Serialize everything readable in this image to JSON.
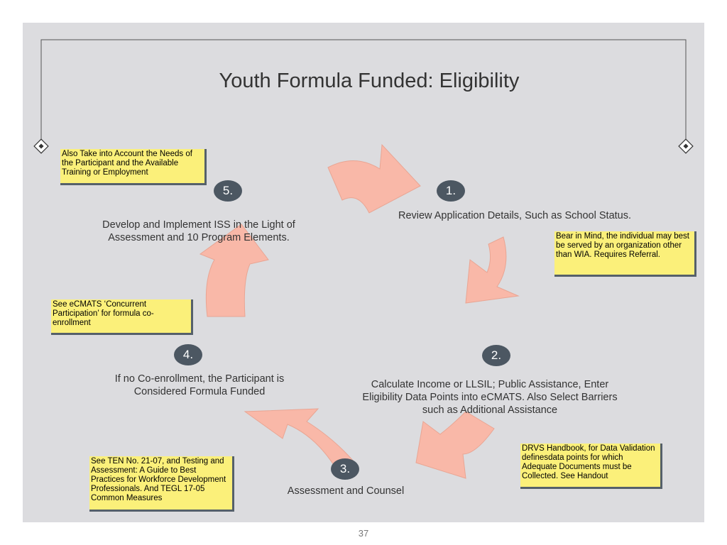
{
  "title": "Youth Formula Funded: Eligibility",
  "page_number": "37",
  "colors": {
    "slide_bg": "#dcdcdf",
    "arrow_fill": "#f9b8a8",
    "arrow_stroke": "#e9a593",
    "circle": "#4c5762",
    "note_bg": "#fbf07a"
  },
  "steps": [
    {
      "number": "1.",
      "text": "Review Application Details, Such as School Status."
    },
    {
      "number": "2.",
      "text": "Calculate Income or LLSIL; Public Assistance, Enter Eligibility Data Points into eCMATS.  Also Select Barriers such as Additional Assistance"
    },
    {
      "number": "3.",
      "text": "Assessment and Counsel"
    },
    {
      "number": "4.",
      "text": "If no Co-enrollment, the Participant is Considered Formula Funded"
    },
    {
      "number": "5.",
      "text": "Develop and Implement ISS in the Light of Assessment and 10 Program Elements."
    }
  ],
  "notes": [
    {
      "text": "Also Take into Account the Needs of the Participant and the Available Training or Employment"
    },
    {
      "text": "Bear in Mind, the individual may best be served by an organization other than WIA.  Requires Referral."
    },
    {
      "text": "See eCMATS ‘Concurrent Participation’ for formula co-enrollment"
    },
    {
      "text": "See TEN No. 21-07, and Testing and Assessment: A Guide to Best Practices for Workforce Development Professionals.  And TEGL 17-05 Common Measures"
    },
    {
      "text": "DRVS Handbook, for Data Validation definesdata points for which Adequate Documents must be Collected.  See Handout"
    }
  ]
}
